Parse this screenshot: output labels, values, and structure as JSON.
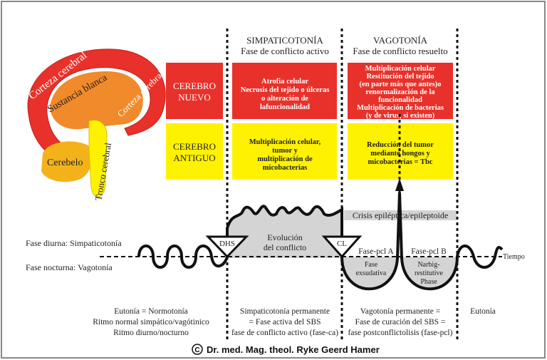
{
  "colors": {
    "red": "#e8312a",
    "yellow": "#fff200",
    "gray": "#d4d4d4",
    "ink": "#111111"
  },
  "brain": {
    "corteza_top": "Corteza cerebral",
    "sustancia": "Sustancia blanca",
    "corteza_right": "Corteza cerebral",
    "cerebelo": "Cerebelo",
    "tronco": "Tronco cerebral"
  },
  "headers": {
    "sympathetic": {
      "title": "SIMPATICOTONÍA",
      "subtitle": "Fase de conflicto activo"
    },
    "vagotonic": {
      "title": "VAGOTONÍA",
      "subtitle": "Fase de conflicto resuelto"
    }
  },
  "rows": {
    "new": {
      "label": [
        "CEREBRO",
        "NUEVO"
      ],
      "active": [
        "Atrofia celular",
        "Necrosis del tejido o úlceras",
        "o alteración de",
        "lafuncionalidad"
      ],
      "healing": [
        "Multiplicación celular",
        "Restitución del tejido",
        "(en parte más que antes)o",
        "renormalización de la",
        "funcionalidad",
        "Multiplicación de bacterias",
        "(y de virus, si existen)"
      ]
    },
    "old": {
      "label": [
        "CEREBRO",
        "ANTIGUO"
      ],
      "active": [
        "Multiplicación celular,",
        "tumor y",
        "multiplicación de",
        "micobacterias"
      ],
      "healing": [
        "Reducción del tumor",
        "mediante hongos y",
        "micobacterias = Tbc"
      ]
    }
  },
  "curve": {
    "day": "Fase diurna: Simpaticotonía",
    "night": "Fase nocturna: Vagotonía",
    "time": "Tiempo",
    "dhs": "DHS",
    "cl": "CL",
    "evolution": [
      "Evolución",
      "del conflicto"
    ],
    "crisis": "Crisis epiléptica/epileptoide",
    "pcl_a": "Fase-pcl A",
    "pcl_b": "Fase-pcl B",
    "exudative": [
      "Fase",
      "exsudativa"
    ],
    "scar": [
      "Narbig-",
      "restitutive",
      "Phase"
    ]
  },
  "bottom": {
    "normal": [
      "Eutonía = Normotonía",
      "Ritmo normal simpático/vagótinico",
      "Ritmo diurno/nocturno"
    ],
    "active": [
      "Simpaticotonía permanente",
      "= Fase activa del SBS",
      "fase de conflicto activo (fase-ca)"
    ],
    "healing": [
      "Vagotonía permanente =",
      "Fase de curación del SBS =",
      "fase postconflictolisis (fase-pcl)"
    ],
    "after": "Eutonía"
  },
  "copyright": "Dr. med. Mag. theol. Ryke Geerd Hamer"
}
